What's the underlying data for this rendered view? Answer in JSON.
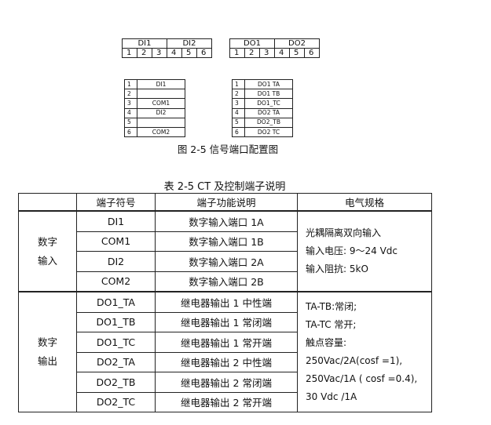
{
  "figure": {
    "block_di": {
      "header": [
        "DI1",
        "DI2"
      ],
      "numbers": [
        "1",
        "2",
        "3",
        "4",
        "5",
        "6"
      ]
    },
    "block_do": {
      "header": [
        "DO1",
        "DO2"
      ],
      "numbers": [
        "1",
        "2",
        "3",
        "4",
        "5",
        "6"
      ]
    },
    "pins_di": [
      {
        "num": "1",
        "label": "DI1"
      },
      {
        "num": "2",
        "label": ""
      },
      {
        "num": "3",
        "label": "COM1"
      },
      {
        "num": "4",
        "label": "DI2"
      },
      {
        "num": "5",
        "label": ""
      },
      {
        "num": "6",
        "label": "COM2"
      }
    ],
    "pins_do": [
      {
        "num": "1",
        "label": "DO1 TA"
      },
      {
        "num": "2",
        "label": "DO1 TB"
      },
      {
        "num": "3",
        "label": "DO1_TC"
      },
      {
        "num": "4",
        "label": "DO2 TA"
      },
      {
        "num": "5",
        "label": "DO2_TB"
      },
      {
        "num": "6",
        "label": "DO2 TC"
      }
    ],
    "caption": "图 2-5 信号端口配置图"
  },
  "table": {
    "title": "表 2-5 CT 及控制端子说明",
    "headers": [
      "",
      "端子符号",
      "端子功能说明",
      "电气规格"
    ],
    "groups": [
      {
        "name_line1": "数字",
        "name_line2": "输入",
        "rows": [
          {
            "symbol": "DI1",
            "function": "数字输入端口 1A"
          },
          {
            "symbol": "COM1",
            "function": "数字输入端口 1B"
          },
          {
            "symbol": "DI2",
            "function": "数字输入端口 2A"
          },
          {
            "symbol": "COM2",
            "function": "数字输入端口 2B"
          }
        ],
        "spec_lines": [
          "光耦隔离双向输入",
          "输入电压: 9～24 Vdc",
          "输入阻抗: 5kO"
        ]
      },
      {
        "name_line1": "数字",
        "name_line2": "输出",
        "rows": [
          {
            "symbol": "DO1_TA",
            "function": "继电器输出 1 中性端"
          },
          {
            "symbol": "DO1_TB",
            "function": "继电器输出 1 常闭端"
          },
          {
            "symbol": "DO1_TC",
            "function": "继电器输出 1 常开端"
          },
          {
            "symbol": "DO2_TA",
            "function": "继电器输出 2 中性端"
          },
          {
            "symbol": "DO2_TB",
            "function": "继电器输出 2 常闭端"
          },
          {
            "symbol": "DO2_TC",
            "function": "继电器输出 2 常开端"
          }
        ],
        "spec_lines": [
          "TA-TB:常闭;",
          "TA-TC 常开;",
          "触点容量:",
          "250Vac/2A(cosf =1),",
          "250Vac/1A ( cosf =0.4),",
          "30 Vdc /1A"
        ]
      }
    ]
  }
}
